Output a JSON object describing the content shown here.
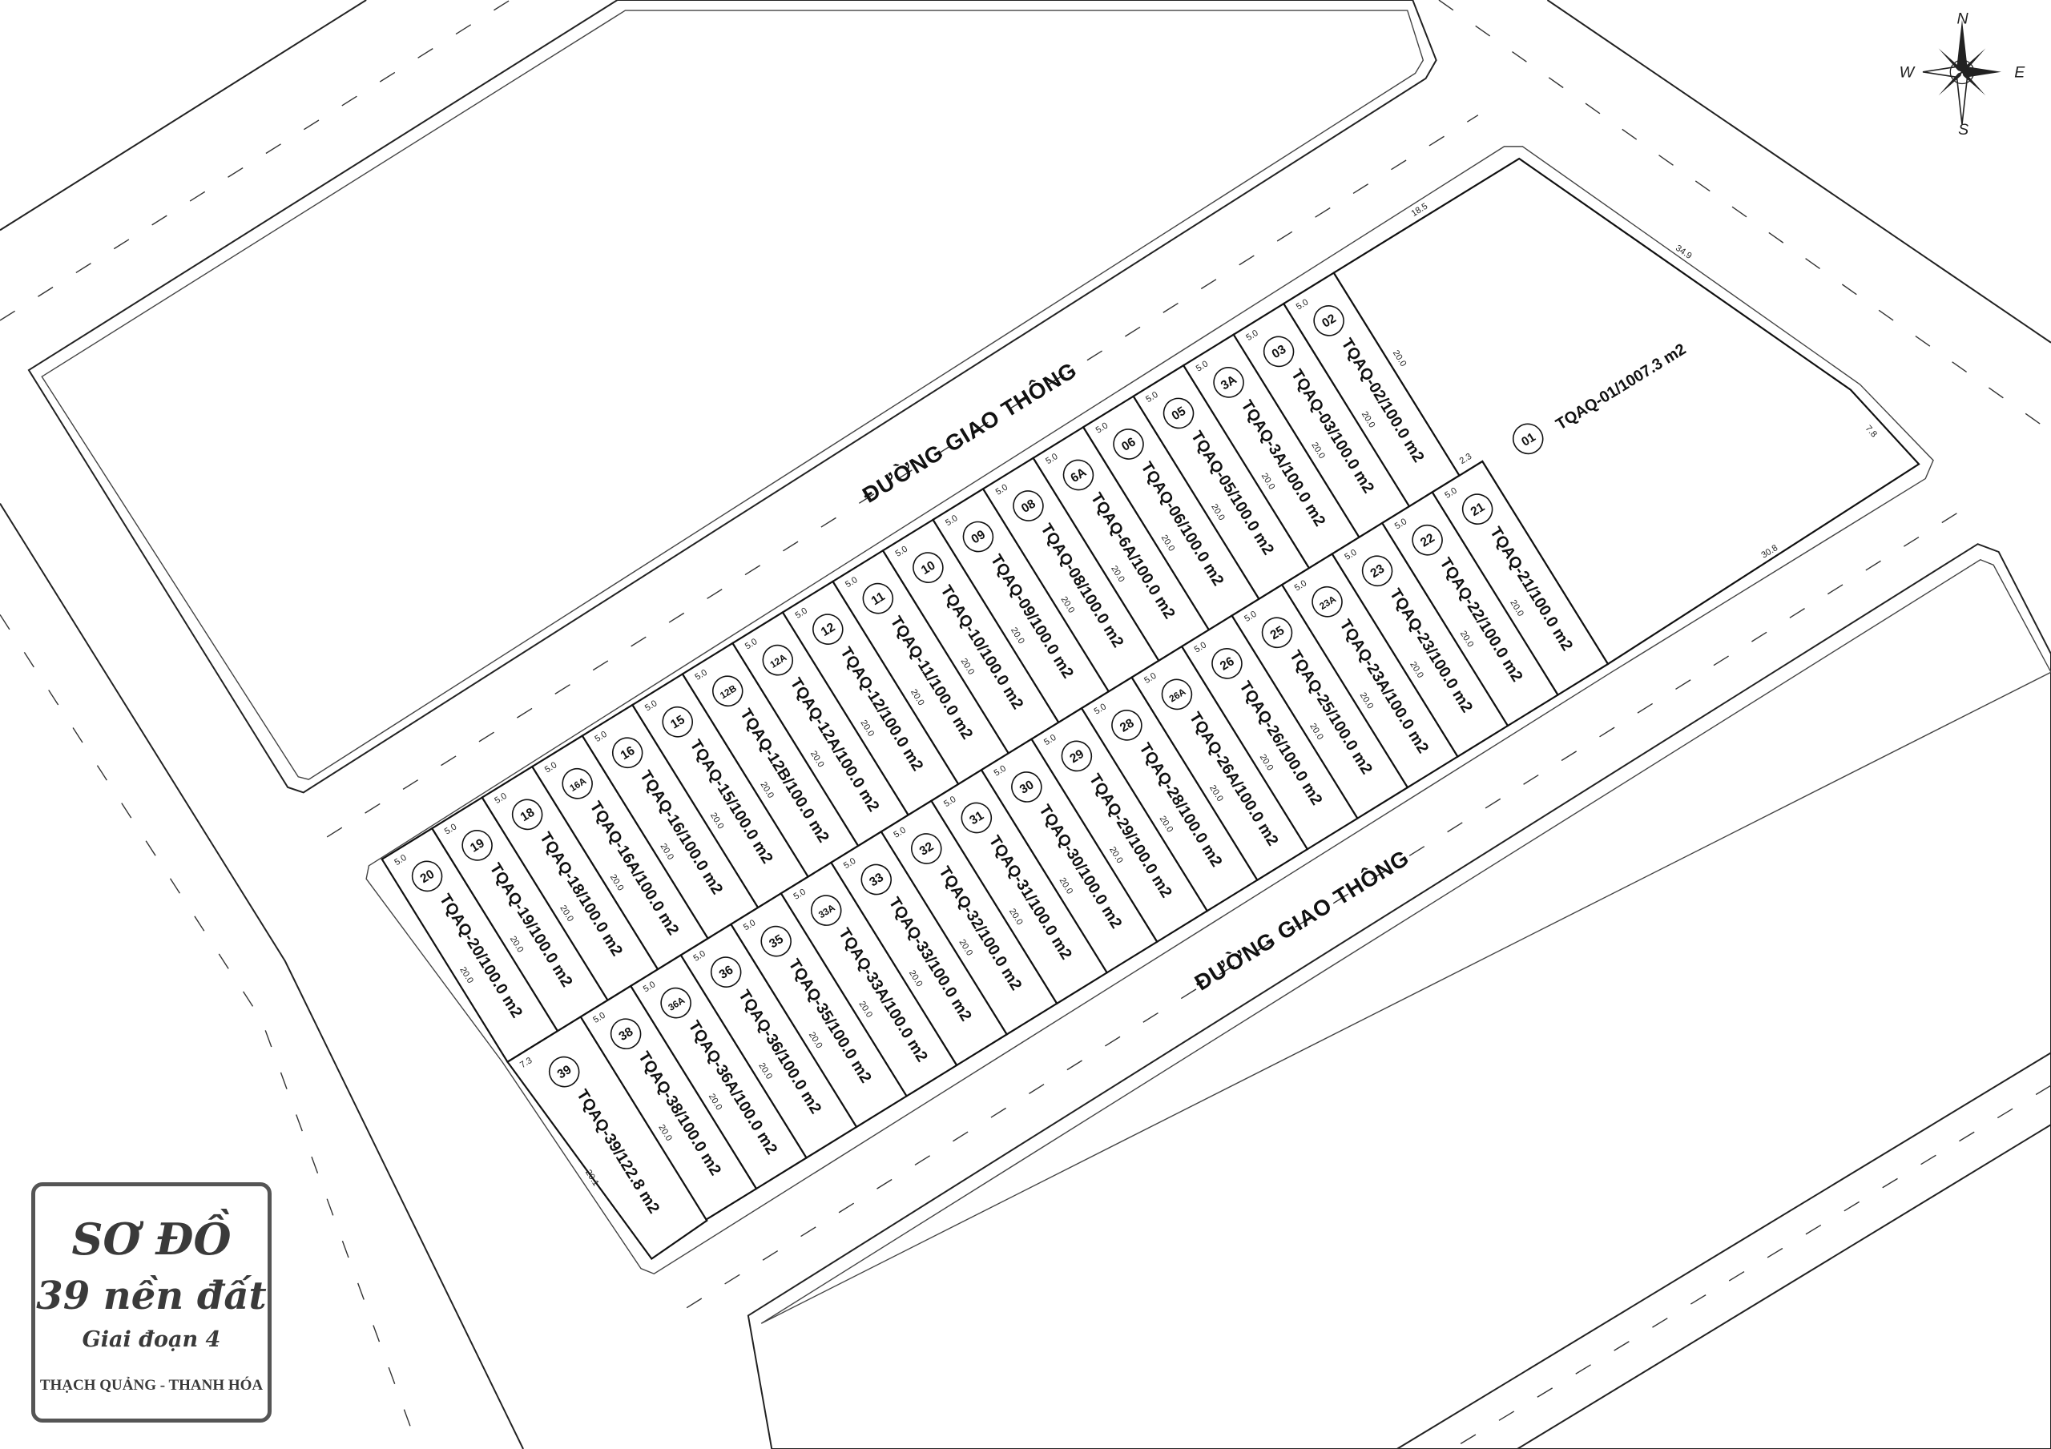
{
  "roads": [
    "ĐƯỜNG GIAO THÔNG",
    "ĐƯỜNG GIAO THÔNG"
  ],
  "compass": {
    "n": "N",
    "e": "E",
    "s": "S",
    "w": "W"
  },
  "title_box": {
    "line1": "SƠ ĐỒ",
    "line2": "39 nền đất",
    "line3": "Giai đoạn 4",
    "location": "THẠCH QUẢNG - THANH HÓA"
  },
  "lot01": {
    "number": "01",
    "label": "TQAQ-01/1007.3 m2",
    "dims": {
      "top": "18.5",
      "diag": "34.9",
      "corner": "7.8",
      "bottom": "30.8",
      "step": "2.3",
      "side": "20.0"
    }
  },
  "upper_row": [
    {
      "number": "20",
      "label": "TQAQ-20/100.0 m2",
      "width": "5.0",
      "depth": "20.0"
    },
    {
      "number": "19",
      "label": "TQAQ-19/100.0 m2",
      "width": "5.0",
      "depth": "20.0"
    },
    {
      "number": "18",
      "label": "TQAQ-18/100.0 m2",
      "width": "5.0",
      "depth": "20.0"
    },
    {
      "number": "16A",
      "label": "TQAQ-16A/100.0 m2",
      "width": "5.0",
      "depth": "20.0"
    },
    {
      "number": "16",
      "label": "TQAQ-16/100.0 m2",
      "width": "5.0",
      "depth": "20.0"
    },
    {
      "number": "15",
      "label": "TQAQ-15/100.0 m2",
      "width": "5.0",
      "depth": "20.0"
    },
    {
      "number": "12B",
      "label": "TQAQ-12B/100.0 m2",
      "width": "5.0",
      "depth": "20.0"
    },
    {
      "number": "12A",
      "label": "TQAQ-12A/100.0 m2",
      "width": "5.0",
      "depth": "20.0"
    },
    {
      "number": "12",
      "label": "TQAQ-12/100.0 m2",
      "width": "5.0",
      "depth": "20.0"
    },
    {
      "number": "11",
      "label": "TQAQ-11/100.0 m2",
      "width": "5.0",
      "depth": "20.0"
    },
    {
      "number": "10",
      "label": "TQAQ-10/100.0 m2",
      "width": "5.0",
      "depth": "20.0"
    },
    {
      "number": "09",
      "label": "TQAQ-09/100.0 m2",
      "width": "5.0",
      "depth": "20.0"
    },
    {
      "number": "08",
      "label": "TQAQ-08/100.0 m2",
      "width": "5.0",
      "depth": "20.0"
    },
    {
      "number": "6A",
      "label": "TQAQ-6A/100.0 m2",
      "width": "5.0",
      "depth": "20.0"
    },
    {
      "number": "06",
      "label": "TQAQ-06/100.0 m2",
      "width": "5.0",
      "depth": "20.0"
    },
    {
      "number": "05",
      "label": "TQAQ-05/100.0 m2",
      "width": "5.0",
      "depth": "20.0"
    },
    {
      "number": "3A",
      "label": "TQAQ-3A/100.0 m2",
      "width": "5.0",
      "depth": "20.0"
    },
    {
      "number": "03",
      "label": "TQAQ-03/100.0 m2",
      "width": "5.0",
      "depth": "20.0"
    },
    {
      "number": "02",
      "label": "TQAQ-02/100.0 m2",
      "width": "5.0",
      "depth": "20.0"
    }
  ],
  "lower_row": [
    {
      "number": "39",
      "label": "TQAQ-39/122.8 m2",
      "width": "7.3",
      "depth": "20.1"
    },
    {
      "number": "38",
      "label": "TQAQ-38/100.0 m2",
      "width": "5.0",
      "depth": "20.0"
    },
    {
      "number": "36A",
      "label": "TQAQ-36A/100.0 m2",
      "width": "5.0",
      "depth": "20.0"
    },
    {
      "number": "36",
      "label": "TQAQ-36/100.0 m2",
      "width": "5.0",
      "depth": "20.0"
    },
    {
      "number": "35",
      "label": "TQAQ-35/100.0 m2",
      "width": "5.0",
      "depth": "20.0"
    },
    {
      "number": "33A",
      "label": "TQAQ-33A/100.0 m2",
      "width": "5.0",
      "depth": "20.0"
    },
    {
      "number": "33",
      "label": "TQAQ-33/100.0 m2",
      "width": "5.0",
      "depth": "20.0"
    },
    {
      "number": "32",
      "label": "TQAQ-32/100.0 m2",
      "width": "5.0",
      "depth": "20.0"
    },
    {
      "number": "31",
      "label": "TQAQ-31/100.0 m2",
      "width": "5.0",
      "depth": "20.0"
    },
    {
      "number": "30",
      "label": "TQAQ-30/100.0 m2",
      "width": "5.0",
      "depth": "20.0"
    },
    {
      "number": "29",
      "label": "TQAQ-29/100.0 m2",
      "width": "5.0",
      "depth": "20.0"
    },
    {
      "number": "28",
      "label": "TQAQ-28/100.0 m2",
      "width": "5.0",
      "depth": "20.0"
    },
    {
      "number": "26A",
      "label": "TQAQ-26A/100.0 m2",
      "width": "5.0",
      "depth": "20.0"
    },
    {
      "number": "26",
      "label": "TQAQ-26/100.0 m2",
      "width": "5.0",
      "depth": "20.0"
    },
    {
      "number": "25",
      "label": "TQAQ-25/100.0 m2",
      "width": "5.0",
      "depth": "20.0"
    },
    {
      "number": "23A",
      "label": "TQAQ-23A/100.0 m2",
      "width": "5.0",
      "depth": "20.0"
    },
    {
      "number": "23",
      "label": "TQAQ-23/100.0 m2",
      "width": "5.0",
      "depth": "20.0"
    },
    {
      "number": "22",
      "label": "TQAQ-22/100.0 m2",
      "width": "5.0",
      "depth": "20.0"
    },
    {
      "number": "21",
      "label": "TQAQ-21/100.0 m2",
      "width": "5.0",
      "depth": "20.0"
    }
  ]
}
